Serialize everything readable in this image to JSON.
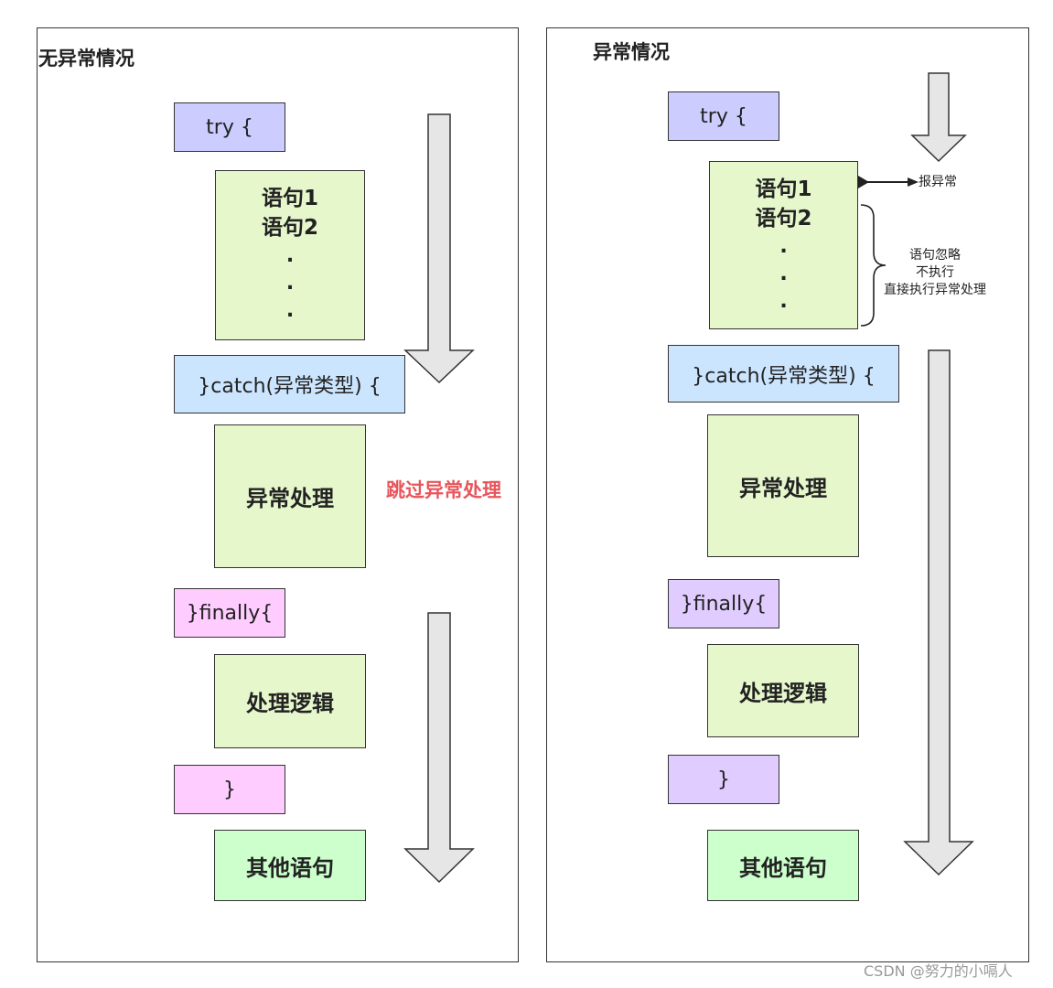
{
  "left": {
    "title": "无异常情况",
    "try": "try  {",
    "stmt1": "语句1",
    "stmt2": "语句2",
    "dots": [
      ".",
      ".",
      "."
    ],
    "catch": "}catch(异常类型) {",
    "handle": "异常处理",
    "skip_note": "跳过异常处理",
    "finally": "}finally{",
    "logic": "处理逻辑",
    "close": "}",
    "other": "其他语句"
  },
  "right": {
    "title": "异常情况",
    "try": "try  {",
    "stmt1": "语句1",
    "stmt2": "语句2",
    "dots": [
      ".",
      ".",
      "."
    ],
    "report": "报异常",
    "ignore_note": [
      "语句忽略",
      "不执行",
      "直接执行异常处理"
    ],
    "catch": "}catch(异常类型) {",
    "handle": "异常处理",
    "finally": "}finally{",
    "logic": "处理逻辑",
    "close": "}",
    "other": "其他语句"
  },
  "watermark": "CSDN @努力的小嗝人",
  "colors": {
    "try": "#ccccff",
    "statements": "#e6f7cc",
    "catch": "#cce5ff",
    "finally_left": "#ffccff",
    "finally_right": "#e0ccff",
    "other": "#ccffcc",
    "note_red": "#e8555a",
    "arrow_fill": "#e6e6e6"
  }
}
